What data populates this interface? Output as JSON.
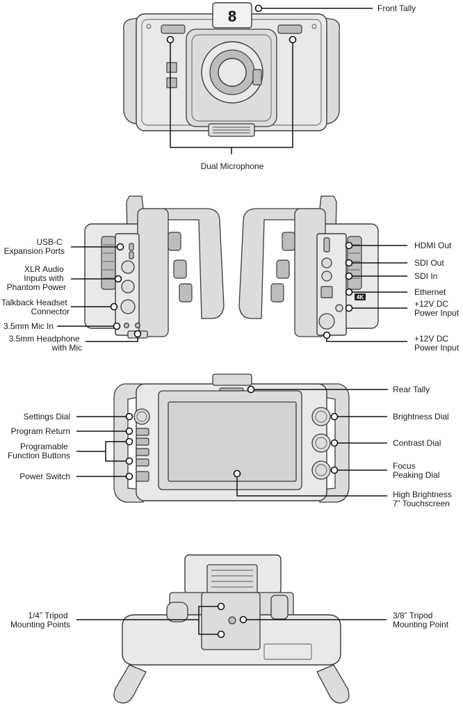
{
  "front_view": {
    "tally_number": "8",
    "labels": {
      "front_tally": "Front Tally",
      "dual_microphone": "Dual Microphone"
    }
  },
  "left_side_view": {
    "labels": {
      "usb_c": [
        "USB-C",
        "Expansion Ports"
      ],
      "xlr_audio": [
        "XLR Audio",
        "Inputs with",
        "Phantom Power"
      ],
      "talkback": [
        "Talkback Headset",
        "Connector"
      ],
      "mic_in": "3.5mm Mic In",
      "headphone": [
        "3.5mm Headphone",
        "with Mic"
      ]
    }
  },
  "right_side_view": {
    "badge": "4K",
    "labels": {
      "hdmi_out": "HDMI Out",
      "sdi_out": "SDI Out",
      "sdi_in": "SDI In",
      "ethernet": "Ethernet",
      "power_in_1": [
        "+12V DC",
        "Power Input"
      ],
      "power_in_2": [
        "+12V DC",
        "Power Input"
      ]
    }
  },
  "rear_view": {
    "labels": {
      "settings_dial": "Settings Dial",
      "program_return": "Program Return",
      "function_buttons": [
        "Programable",
        "Function Buttons"
      ],
      "power_switch": "Power Switch",
      "rear_tally": "Rear Tally",
      "brightness_dial": "Brightness Dial",
      "contrast_dial": "Contrast Dial",
      "focus_peaking": [
        "Focus",
        "Peaking Dial"
      ],
      "touchscreen": [
        "High Brightness",
        "7” Touchscreen"
      ]
    }
  },
  "bottom_view": {
    "labels": {
      "quarter_inch": [
        "1/4” Tripod",
        "Mounting Points"
      ],
      "three_eighth_inch": [
        "3/8” Tripod",
        "Mounting Point"
      ]
    }
  }
}
